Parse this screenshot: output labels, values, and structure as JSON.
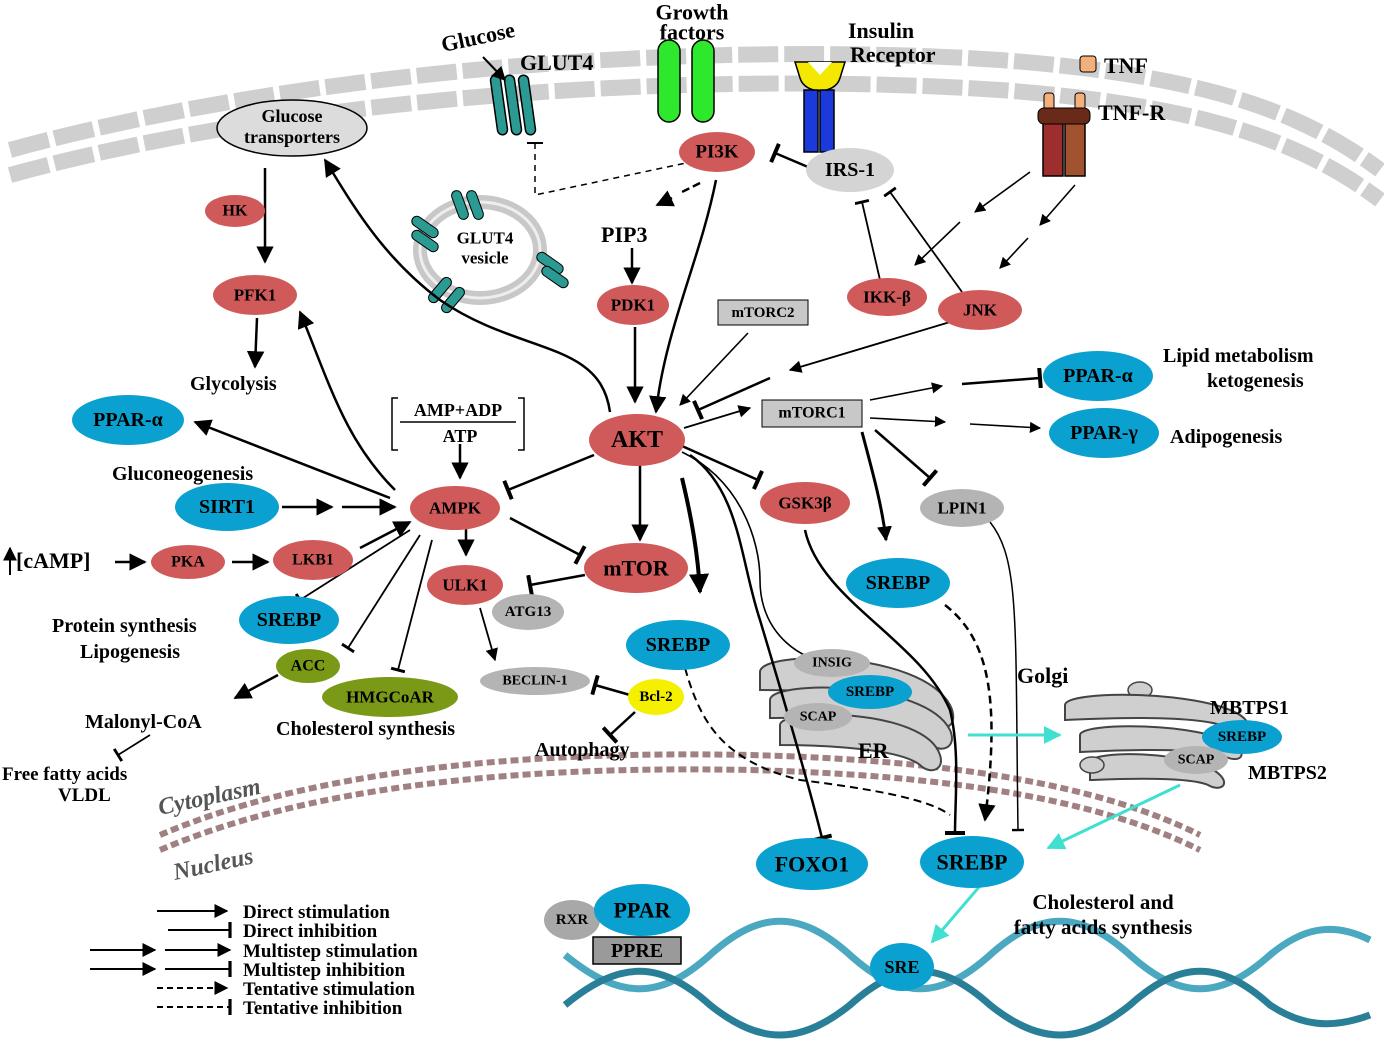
{
  "colors": {
    "red_node": "#d05a5a",
    "blue_node": "#0aa0cf",
    "gray_node": "#b4b4b4",
    "green_node": "#7a9a17",
    "yellow_node": "#f5f000",
    "teal": "#2a9a92",
    "cyan_arrow": "#40e0d0"
  },
  "membrane": {
    "cytoplasm": "Cytoplasm",
    "nucleus": "Nucleus"
  },
  "receptors": {
    "glucose": "Glucose",
    "glut4": "GLUT4",
    "growth_factors_1": "Growth",
    "growth_factors_2": "factors",
    "insulin_1": "Insulin",
    "insulin_2": "Receptor",
    "tnf": "TNF",
    "tnf_r": "TNF-R"
  },
  "nodes": {
    "glucose_transporters_1": "Glucose",
    "glucose_transporters_2": "transporters",
    "hk": "HK",
    "pfk1": "PFK1",
    "pi3k": "PI3K",
    "irs1": "IRS-1",
    "glut4_vesicle_1": "GLUT4",
    "glut4_vesicle_2": "vesicle",
    "pip3": "PIP3",
    "pdk1": "PDK1",
    "ikkb": "IKK-β",
    "jnk": "JNK",
    "mtorc2": "mTORC2",
    "mtorc1": "mTORC1",
    "akt": "AKT",
    "ppara_left": "PPAR-α",
    "ppara_right": "PPAR-α",
    "pparg": "PPAR-γ",
    "sirt1": "SIRT1",
    "ampk": "AMPK",
    "pka": "PKA",
    "lkb1": "LKB1",
    "ulk1": "ULK1",
    "mtor": "mTOR",
    "atg13": "ATG13",
    "gsk3b": "GSK3β",
    "lpin1": "LPIN1",
    "srebp_left": "SREBP",
    "srebp_mid": "SREBP",
    "srebp_right": "SREBP",
    "acc": "ACC",
    "hmgcoar": "HMGCoAR",
    "beclin1": "BECLIN-1",
    "bcl2": "Bcl-2",
    "insig": "INSIG",
    "srebp_er": "SREBP",
    "scap_er": "SCAP",
    "srebp_golgi": "SREBP",
    "scap_golgi": "SCAP",
    "foxo1": "FOXO1",
    "srebp_nucleus": "SREBP",
    "rxr": "RXR",
    "ppar": "PPAR",
    "ppre": "PPRE",
    "sre": "SRE"
  },
  "labels": {
    "glycolysis": "Glycolysis",
    "amp_num": "AMP+ADP",
    "amp_den": "ATP",
    "gluconeogenesis": "Gluconeogenesis",
    "camp": "[cAMP]",
    "protein_synthesis": "Protein synthesis",
    "lipogenesis": "Lipogenesis",
    "malonyl": "Malonyl-CoA",
    "ffa": "Free fatty acids",
    "vldl": "VLDL",
    "cholesterol_synth": "Cholesterol synthesis",
    "autophagy": "Autophagy",
    "er": "ER",
    "golgi": "Golgi",
    "mbtps1": "MBTPS1",
    "mbtps2": "MBTPS2",
    "lipid_1": "Lipid metabolism",
    "lipid_2": "ketogenesis",
    "adipogenesis": "Adipogenesis",
    "chol_fa_1": "Cholesterol and",
    "chol_fa_2": "fatty acids synthesis"
  },
  "legend": [
    "Direct stimulation",
    "Direct inhibition",
    "Multistep stimulation",
    "Multistep inhibition",
    "Tentative stimulation",
    "Tentative inhibition"
  ]
}
